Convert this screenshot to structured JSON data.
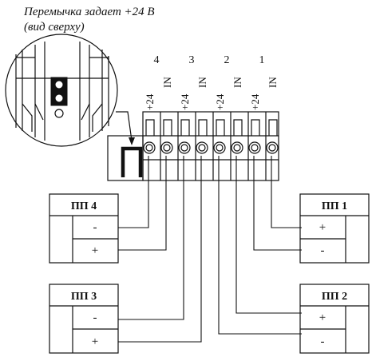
{
  "caption": {
    "line1": "Перемычка задает +24 В",
    "line2": "(вид сверху)"
  },
  "channels": [
    "4",
    "3",
    "2",
    "1"
  ],
  "terminal_labels": [
    "+24",
    "IN",
    "+24",
    "IN",
    "+24",
    "IN",
    "+24",
    "IN"
  ],
  "modules": [
    {
      "title": "ПП 4",
      "top": "-",
      "bottom": "+"
    },
    {
      "title": "ПП 1",
      "top": "+",
      "bottom": "-"
    },
    {
      "title": "ПП 3",
      "top": "-",
      "bottom": "+"
    },
    {
      "title": "ПП 2",
      "top": "+",
      "bottom": "-"
    }
  ],
  "jumper_icon": "jumper-bridge-icon",
  "colors": {
    "line": "#111111",
    "background": "#ffffff"
  }
}
